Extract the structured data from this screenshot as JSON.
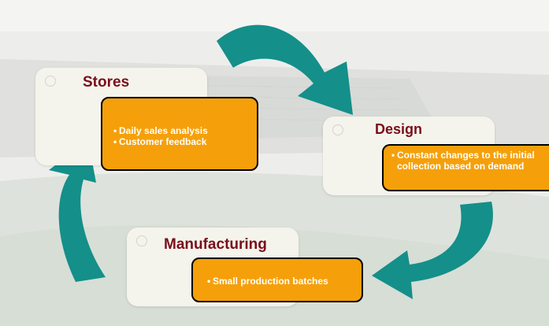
{
  "stages": [
    {
      "id": "stores",
      "title": "Stores",
      "points": [
        "Daily sales analysis",
        "Customer feedback"
      ]
    },
    {
      "id": "design",
      "title": "Design",
      "points": [
        "Constant changes to the initial collection based on demand"
      ]
    },
    {
      "id": "manufacturing",
      "title": "Manufacturing",
      "points": [
        "Small production batches"
      ]
    }
  ],
  "colors": {
    "arrow": "#148f8a",
    "card_fill": "#f5a00a",
    "card_border": "#000000",
    "title": "#7a0e1a",
    "panel": "#f4f4ec"
  },
  "icons": [
    "curved-arrow-icon",
    "curved-arrow-icon",
    "curved-arrow-icon"
  ]
}
